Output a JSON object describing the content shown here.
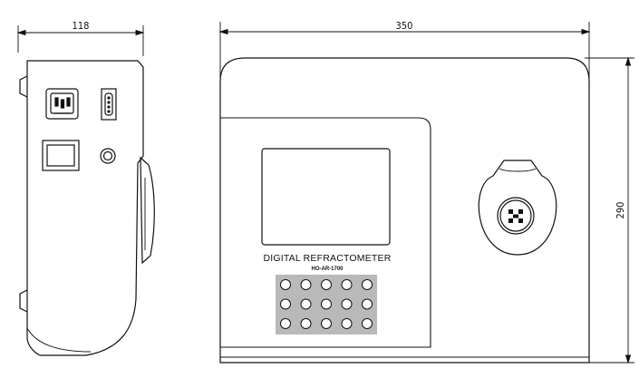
{
  "dimensions": {
    "side_width": "118",
    "front_width": "350",
    "front_height": "290"
  },
  "device": {
    "title": "DIGITAL REFRACTOMETER",
    "model": "HO-AR-1700"
  },
  "keypad": {
    "rows": 3,
    "cols": 5
  }
}
